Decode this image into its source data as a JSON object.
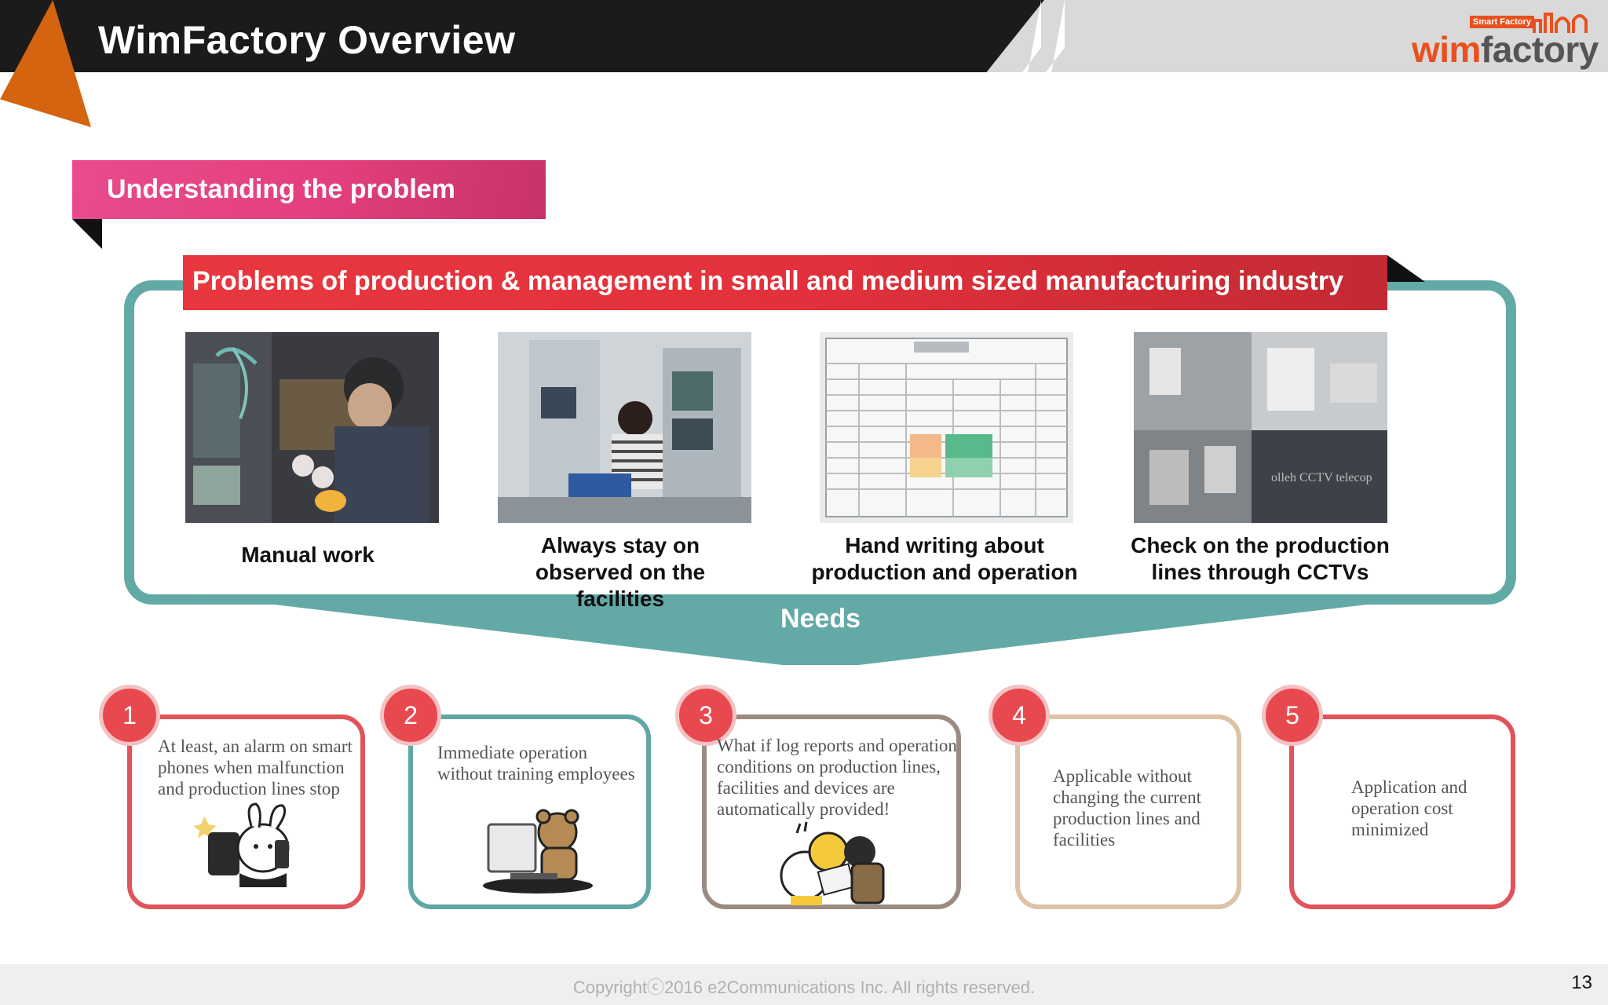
{
  "header": {
    "title": "WimFactory Overview",
    "logo_badge": "Smart Factory",
    "logo_bars": "··lll",
    "logo_word_a": "wim",
    "logo_word_b": "factory"
  },
  "section": {
    "label": "Understanding the problem"
  },
  "problems": {
    "banner": "Problems of production & management in small and medium sized manufacturing industry",
    "items": [
      {
        "caption": "Manual work"
      },
      {
        "caption": "Always stay on observed on the facilities"
      },
      {
        "caption": "Hand writing about production and operation"
      },
      {
        "caption": "Check on the production lines through CCTVs"
      }
    ],
    "cctv_overlay": "olleh CCTV telecop"
  },
  "needs": {
    "label": "Needs",
    "cards": [
      {
        "num": "1",
        "text": "At least, an alarm on smart phones when malfunction and production lines stop",
        "border": "#e0545a"
      },
      {
        "num": "2",
        "text": "Immediate operation without training employees",
        "border": "#5fa6a4"
      },
      {
        "num": "3",
        "text": "What if log reports and operation conditions on production lines, facilities and devices are automatically provided!",
        "border": "#9a8a82"
      },
      {
        "num": "4",
        "text": "Applicable without changing the current production lines and facilities",
        "border": "#dcc3a6"
      },
      {
        "num": "5",
        "text": "Application and operation cost minimized",
        "border": "#e0545a"
      }
    ]
  },
  "footer": {
    "copyright": "Copyrightⓒ2016 e2Communications Inc.  All rights reserved.",
    "page": "13"
  }
}
